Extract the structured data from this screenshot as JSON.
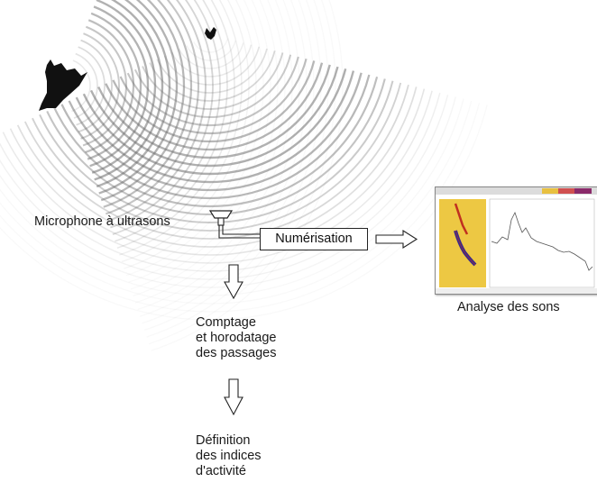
{
  "labels": {
    "microphone": "Microphone à ultrasons",
    "digitization": "Numérisation",
    "analysis": "Analyse des sons",
    "counting": [
      "Comptage",
      "et horodatage",
      "des passages"
    ],
    "definition": [
      "Définition",
      "des indices",
      "d'activité"
    ]
  },
  "icons": {
    "bat": "bat-silhouette-icon",
    "insect": "moth-silhouette-icon",
    "microphone": "microphone-icon",
    "arrows": "hollow-arrow-icon",
    "analysis_window": "sonogram-window-icon"
  },
  "colors": {
    "text": "#1a1a1a",
    "line": "#222222",
    "wave": "#6e6e6e",
    "spectrogram_bg": "#f2d64a",
    "spectrogram_call": "#3a2a8a"
  }
}
